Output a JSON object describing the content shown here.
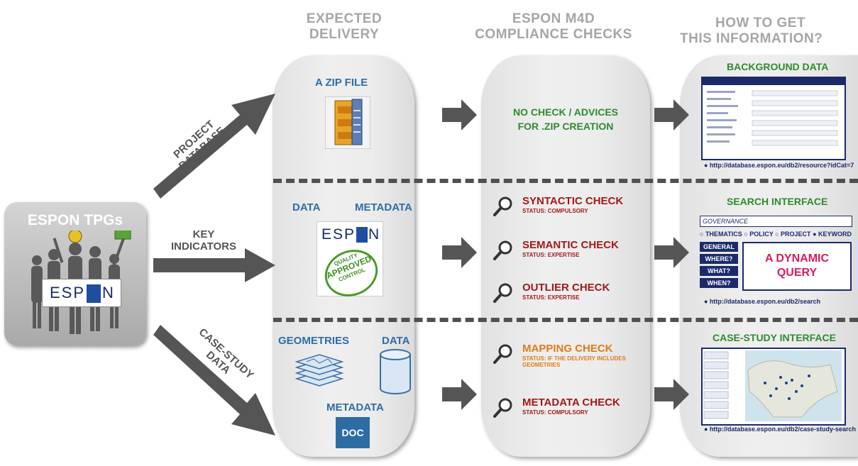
{
  "headers": {
    "expected_delivery": [
      "EXPECTED",
      "DELIVERY"
    ],
    "compliance_checks": [
      "ESPON M4D",
      "COMPLIANCE CHECKS"
    ],
    "how_to_get": [
      "HOW TO GET",
      "THIS INFORMATION?"
    ]
  },
  "left_box": {
    "title": "ESPON TPGs",
    "banner_text": "ESP",
    "banner_text2": "N"
  },
  "arrow_labels": {
    "project_database": [
      "PROJECT",
      "DATABASE"
    ],
    "key_indicators": [
      "KEY",
      "INDICATORS"
    ],
    "case_study_data": [
      "CASE-STUDY",
      "DATA"
    ]
  },
  "delivery": {
    "zip_label": "A ZIP FILE",
    "data_label": "DATA",
    "metadata_label": "METADATA",
    "espon_logo": "ESP",
    "espon_logo_n": "N",
    "stamp_words": [
      "QUALITY",
      "APPROVED",
      "CONTROL"
    ],
    "geometries_label": "GEOMETRIES",
    "data_label2": "DATA",
    "metadata_label2": "METADATA",
    "doc_label": "DOC"
  },
  "checks": {
    "no_check": [
      "NO CHECK / ADVICES",
      "FOR .ZIP CREATION"
    ],
    "items": [
      {
        "title": "SYNTACTIC CHECK",
        "status": "STATUS: COMPULSORY",
        "color": "#a31919"
      },
      {
        "title": "SEMANTIC CHECK",
        "status": "STATUS: EXPERTISE",
        "color": "#a31919"
      },
      {
        "title": "OUTLIER CHECK",
        "status": "STATUS: EXPERTISE",
        "color": "#a31919"
      },
      {
        "title": "MAPPING CHECK",
        "status": "STATUS: IF THE DELIVERY INCLUDES",
        "status2": "GEOMETRIES",
        "color": "#e07b16"
      },
      {
        "title": "METADATA CHECK",
        "status": "STATUS: COMPULSORY",
        "color": "#a31919"
      }
    ]
  },
  "info": {
    "background_title": "BACKGROUND DATA",
    "background_url": "http://database.espon.eu/db2/resource?idCat=7",
    "search_title": "SEARCH INTERFACE",
    "search_placeholder": "GOVERNANCE",
    "radios": [
      "THEMATICS",
      "POLICY",
      "PROJECT",
      "KEYWORD"
    ],
    "nav": [
      "GENERAL",
      "WHERE?",
      "WHAT?",
      "WHEN?"
    ],
    "dynamic_query": [
      "A DYNAMIC",
      "QUERY"
    ],
    "search_url": "http://database.espon.eu/db2/search",
    "casestudy_title": "CASE-STUDY INTERFACE",
    "casestudy_url": "http://database.espon.eu/db2/case-study-search"
  },
  "colors": {
    "blue": "#2e6da4",
    "green": "#2f8a2f",
    "red": "#a31919",
    "orange": "#e07b16",
    "navy": "#1b2a6b",
    "pink": "#d81b60"
  }
}
